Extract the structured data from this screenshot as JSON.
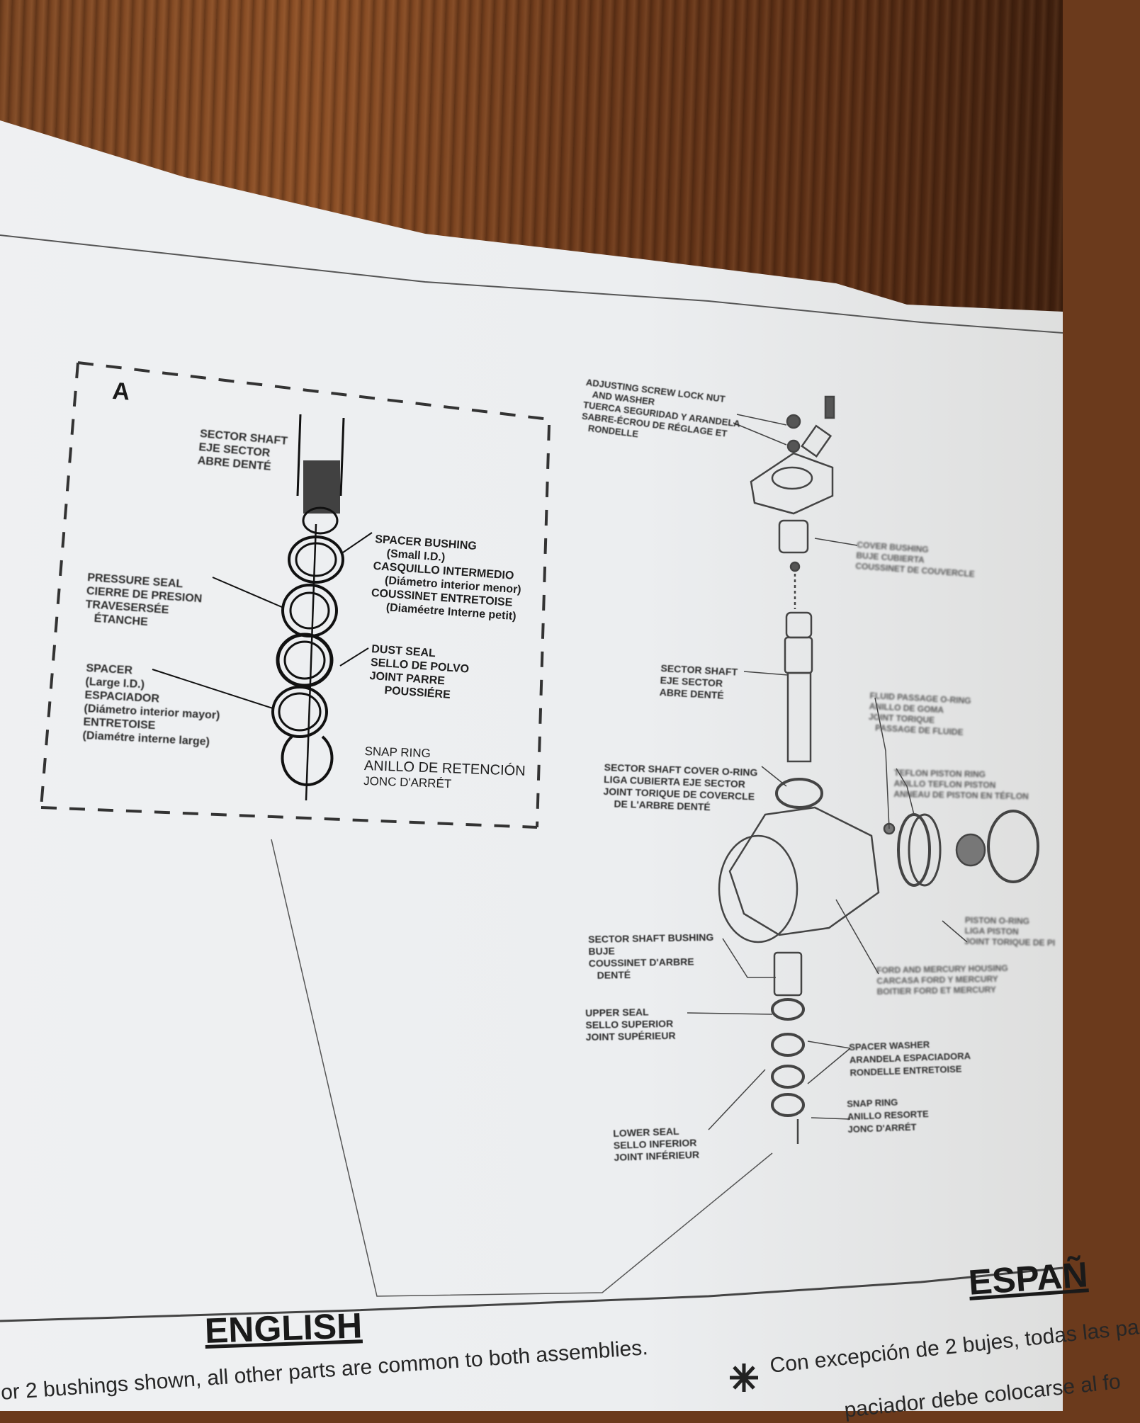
{
  "detail_a": {
    "marker": "A",
    "sector_shaft": [
      "SECTOR SHAFT",
      "EJE SECTOR",
      "ABRE DENTÉ"
    ],
    "spacer_bushing": [
      "SPACER BUSHING",
      "(Small I.D.)",
      "CASQUILLO INTERMEDIO",
      "(Diámetro interior menor)",
      "COUSSINET ENTRETOISE",
      "(Diaméetre Interne petit)"
    ],
    "pressure_seal": [
      "PRESSURE SEAL",
      "CIERRE DE PRESION",
      "TRAVESERSÉE",
      "ÉTANCHE"
    ],
    "dust_seal": [
      "DUST SEAL",
      "SELLO DE POLVO",
      "JOINT PARRE",
      "POUSSIÉRE"
    ],
    "spacer": [
      "SPACER",
      "(Large I.D.)",
      "ESPACIADOR",
      "(Diámetro interior mayor)",
      "ENTRETOISE",
      "(Diamétre interne large)"
    ],
    "snap_ring": [
      "SNAP RING",
      "ANILLO DE RETENCIÓN",
      "JONC D'ARRÉT"
    ]
  },
  "main_diagram": {
    "adjusting_screw": [
      "ADJUSTING SCREW LOCK NUT",
      "AND WASHER",
      "TUERCA SEGURIDAD Y ARANDELA",
      "SABRE-ÉCROU DE RÉGLAGE ET",
      "RONDELLE"
    ],
    "cover_bushing": [
      "COVER BUSHING",
      "BUJE CUBIERTA",
      "COUSSINET DE COUVERCLE"
    ],
    "sector_shaft": [
      "SECTOR SHAFT",
      "EJE SECTOR",
      "ABRE DENTÉ"
    ],
    "fluid_passage": [
      "FLUID PASSAGE O-RING",
      "ANILLO DE GOMA",
      "JOINT TORIQUE",
      "PASSAGE DE FLUIDE"
    ],
    "cover_o_ring": [
      "SECTOR SHAFT COVER O-RING",
      "LIGA CUBIERTA EJE SECTOR",
      "JOINT TORIQUE DE COVERCLE",
      "DE L'ARBRE DENTÉ"
    ],
    "teflon_ring": [
      "TEFLON PISTON RING",
      "ANILLO TEFLON PISTON",
      "ANNEAU DE PISTON EN TÉFLON"
    ],
    "piston_o_ring": [
      "PISTON O-RING",
      "LIGA PISTON",
      "JOINT TORIQUE DE PI"
    ],
    "shaft_bushing": [
      "SECTOR SHAFT BUSHING",
      "BUJE",
      "COUSSINET D'ARBRE",
      "DENTÉ"
    ],
    "housing": [
      "FORD AND MERCURY HOUSING",
      "CARCASA FORD Y MERCURY",
      "BOITIER FORD ET MERCURY"
    ],
    "upper_seal": [
      "UPPER SEAL",
      "SELLO SUPERIOR",
      "JOINT SUPÉRIEUR"
    ],
    "spacer_washer": [
      "SPACER WASHER",
      "ARANDELA ESPACIADORA",
      "RONDELLE ENTRETOISE"
    ],
    "snap_ring": [
      "SNAP RING",
      "ANILLO RESORTE",
      "JONC D'ARRÉT"
    ],
    "lower_seal": [
      "LOWER SEAL",
      "SELLO INFERIOR",
      "JOINT INFÉRIEUR"
    ]
  },
  "sections": {
    "english_heading": "ENGLISH",
    "english_text": "or 2 bushings shown, all other parts are common to both assemblies.",
    "spanish_heading": "ESPAÑ",
    "spanish_text": "Con excepción de 2 bujes, todas las pa",
    "spanish_text_2": "paciador debe colocarse al fo",
    "asterisk": "✱"
  }
}
